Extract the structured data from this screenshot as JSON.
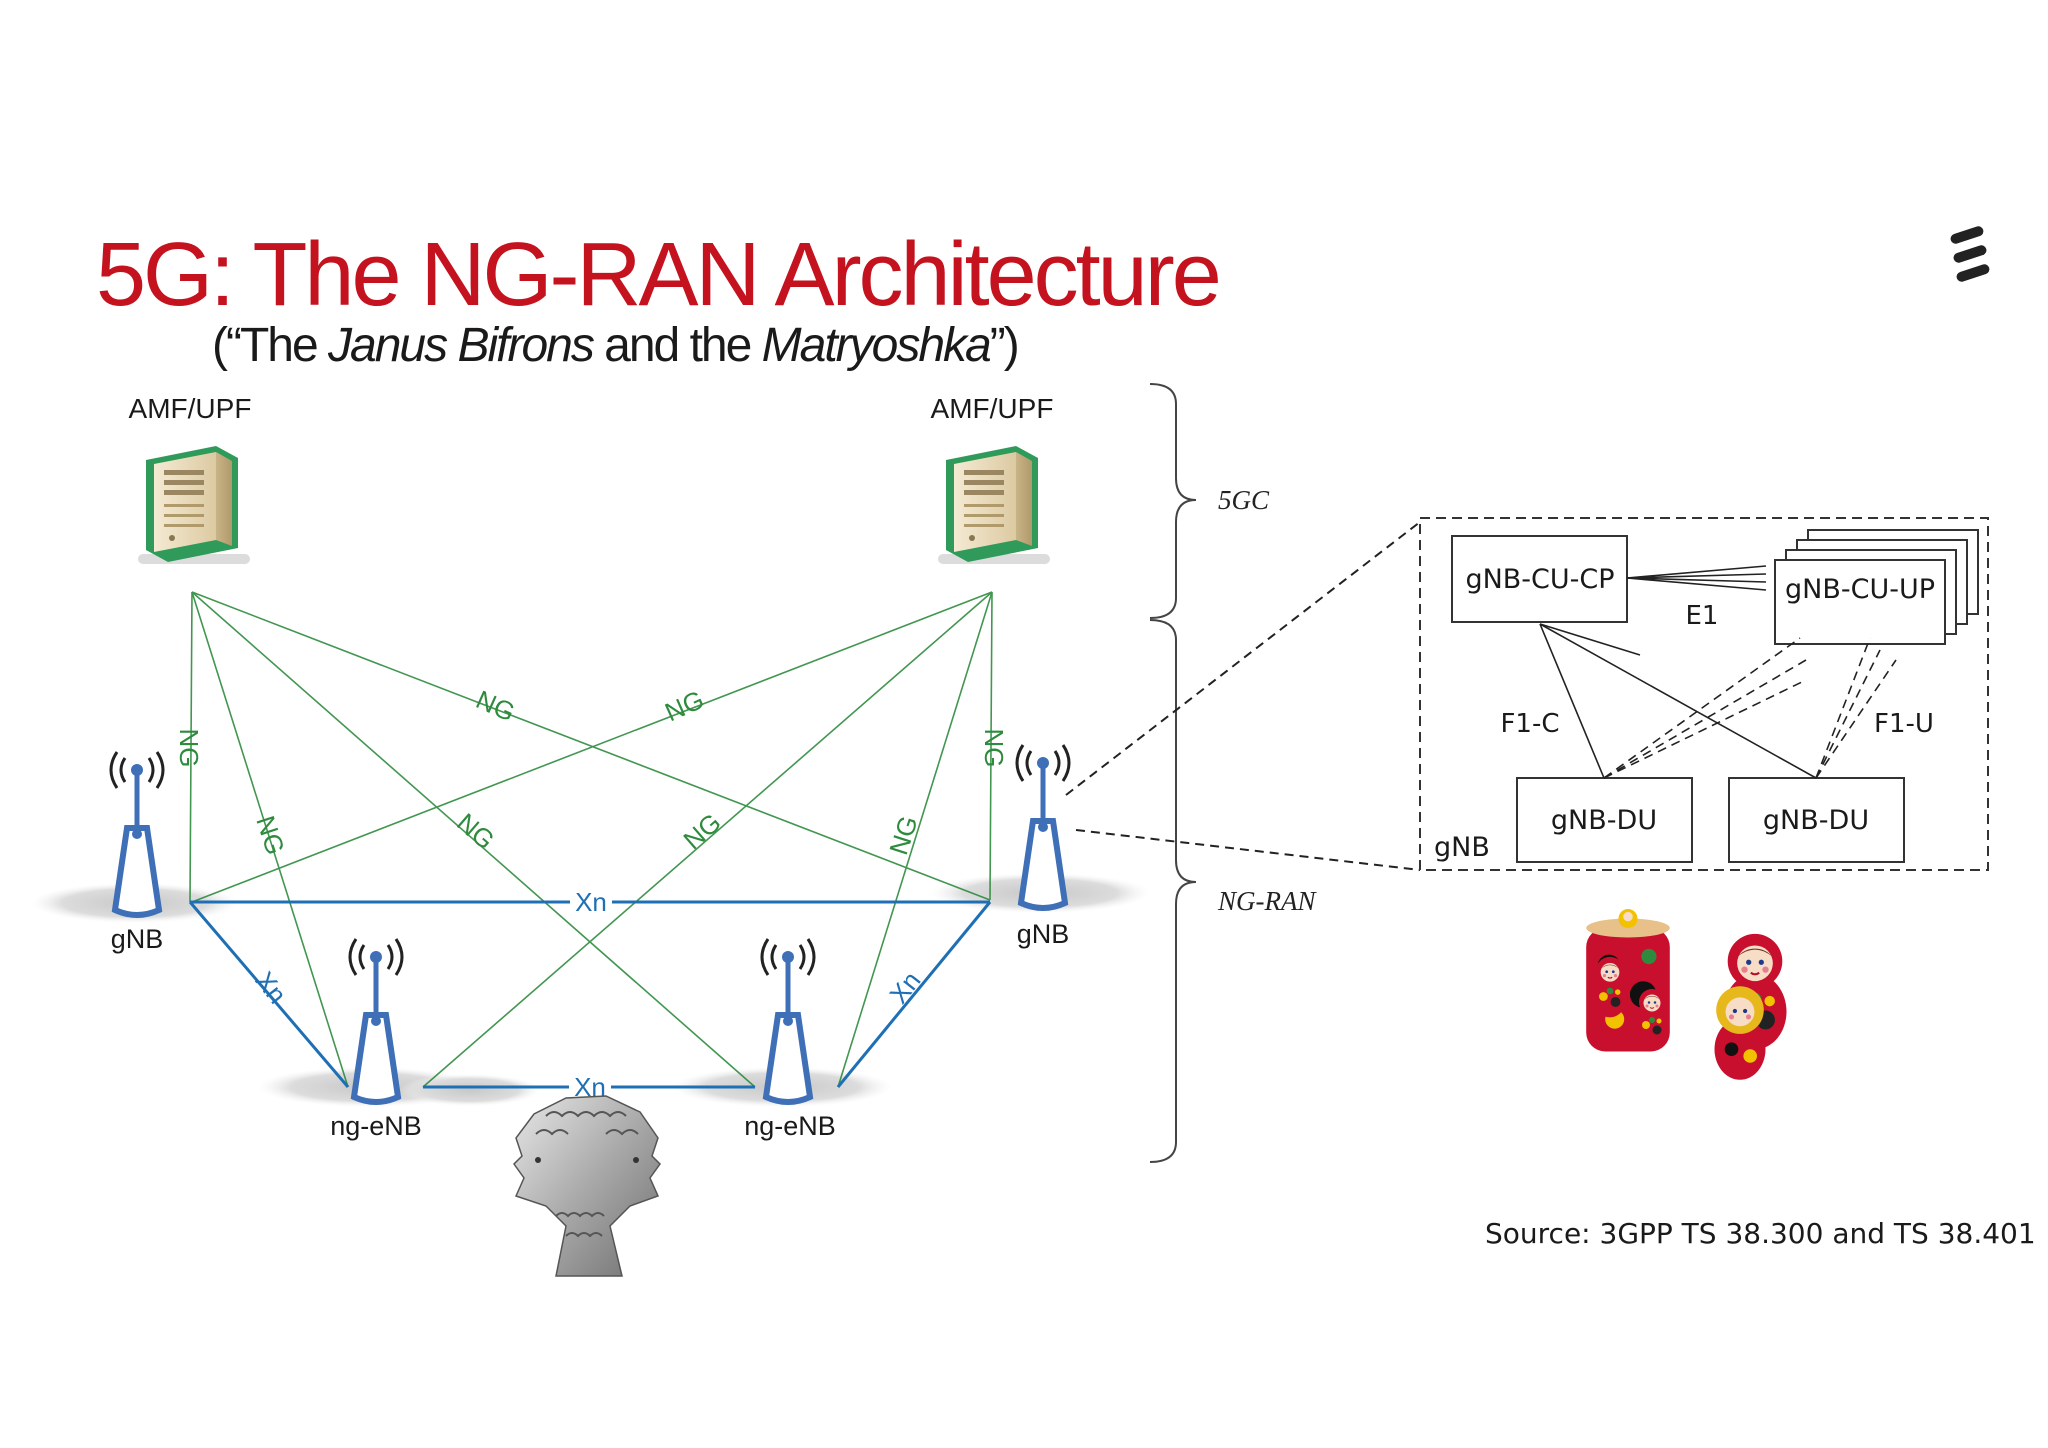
{
  "slide": {
    "title": "5G: The NG-RAN Architecture",
    "subtitle": {
      "open": "(“The ",
      "janus": "Janus Bifrons",
      "middle": " and the ",
      "matryoshka": "Matryoshka",
      "close": "”)"
    },
    "source": "Source: 3GPP TS 38.300 and TS 38.401"
  },
  "core": {
    "left_label": "AMF/UPF",
    "right_label": "AMF/UPF",
    "brace_label": "5GC"
  },
  "ran": {
    "brace_label": "NG-RAN",
    "left_gnb": "gNB",
    "right_gnb": "gNB",
    "left_ngenb": "ng-eNB",
    "right_ngenb": "ng-eNB"
  },
  "interfaces": {
    "ng": "NG",
    "xn": "Xn"
  },
  "gnb_detail": {
    "cu_cp": "gNB-CU-CP",
    "cu_up": "gNB-CU-UP",
    "e1": "E1",
    "f1c": "F1-C",
    "f1u": "F1-U",
    "du_left": "gNB-DU",
    "du_right": "gNB-DU",
    "container": "gNB"
  },
  "colors": {
    "title": "#c4121f",
    "ng_link": "#2e8b3e",
    "xn_link": "#1f6fb5",
    "antenna": "#3e6fb7"
  },
  "icons": {
    "server": "server-icon",
    "antenna": "antenna-icon",
    "janus": "janus-bust-icon",
    "matryoshka": "matryoshka-dolls-icon",
    "logo": "ericsson-logo-icon"
  }
}
